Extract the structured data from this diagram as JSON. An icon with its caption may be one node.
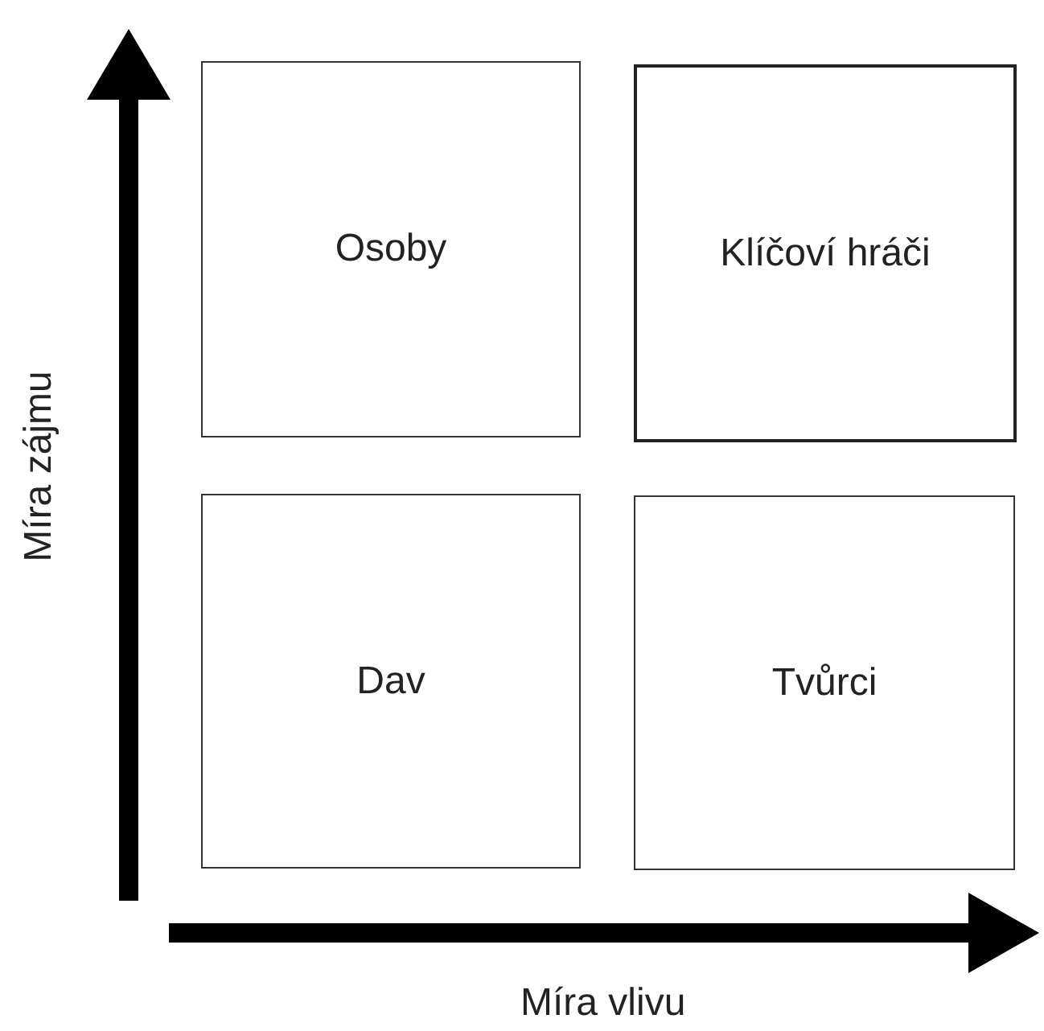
{
  "diagram": {
    "nodes": [
      {
        "text": [
          "Osoby"
        ]
      },
      {
        "text": [
          "Klíčoví hráči"
        ]
      },
      {
        "text": [
          "Dav"
        ]
      },
      {
        "text": [
          "Tvůrci"
        ]
      }
    ],
    "labels": [
      "Míra zájmu",
      "Míra vlivu"
    ]
  }
}
